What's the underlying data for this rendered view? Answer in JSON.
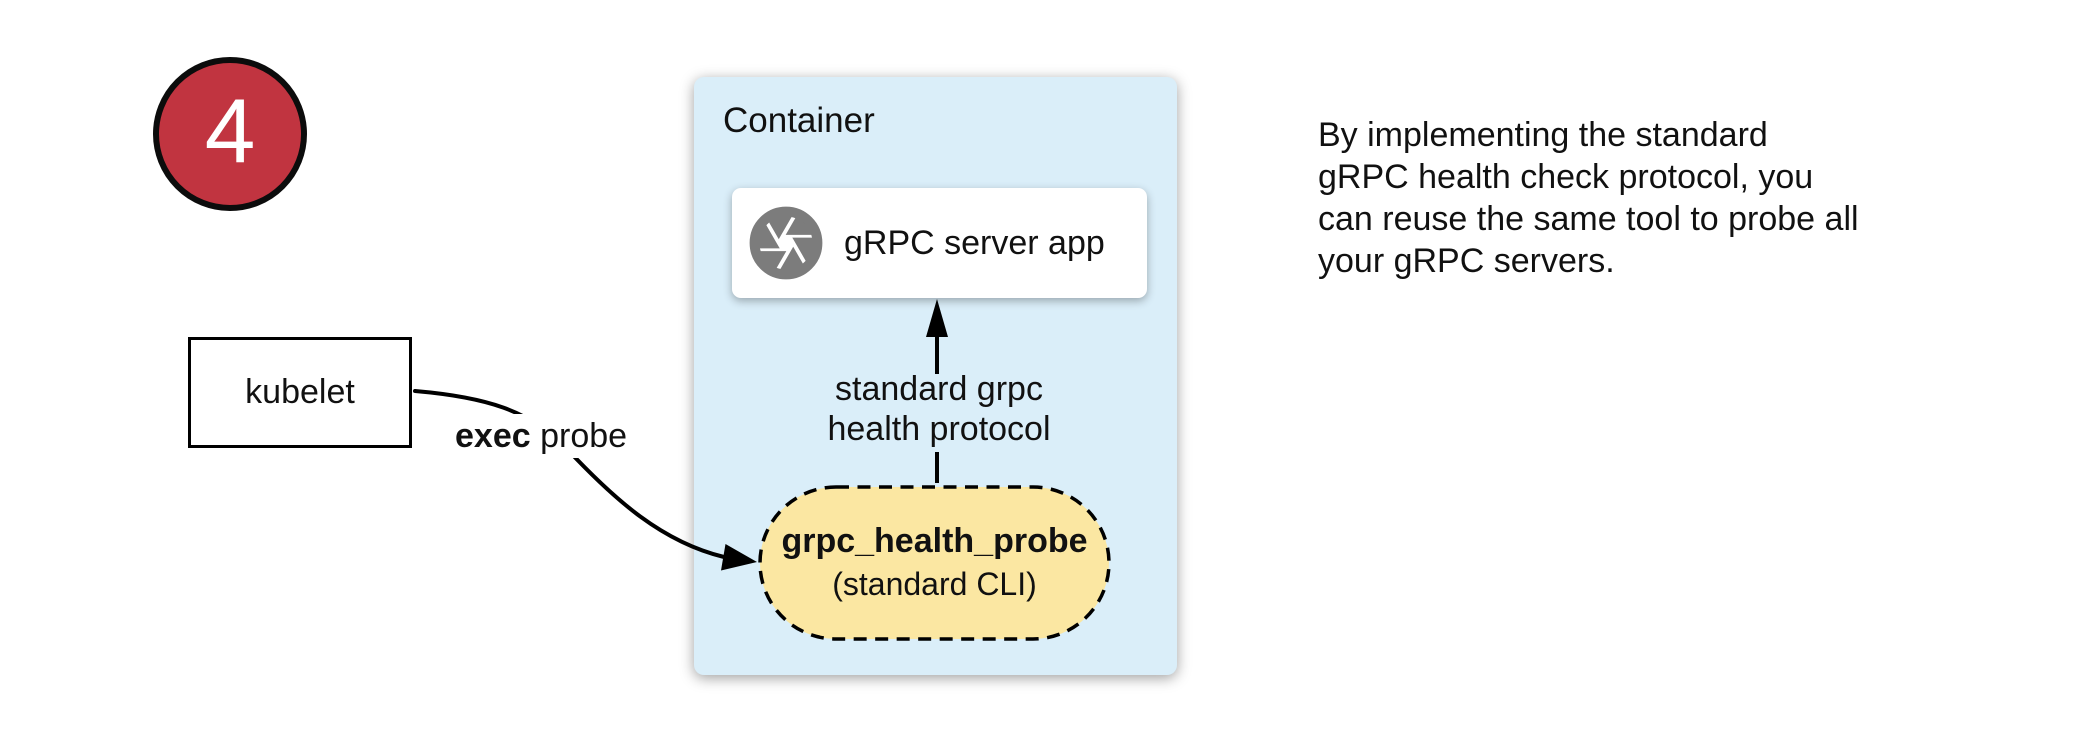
{
  "badge": {
    "number": "4"
  },
  "kubelet": {
    "label": "kubelet"
  },
  "probe_arrow": {
    "label_bold": "exec",
    "label_rest": " probe"
  },
  "container": {
    "title": "Container"
  },
  "server_box": {
    "label": "gRPC server app",
    "icon": "aperture-icon"
  },
  "protocol_arrow": {
    "label_line1": "standard grpc",
    "label_line2": "health protocol"
  },
  "probe_pill": {
    "title": "grpc_health_probe",
    "subtitle": "(standard CLI)"
  },
  "note": {
    "lines": [
      "By implementing the standard",
      "gRPC health check protocol, you",
      "can reuse the same tool to probe all",
      "your gRPC servers."
    ]
  },
  "colors": {
    "badge_bg": "#C13440",
    "container_bg": "#DAEEF9",
    "pill_bg": "#FBE7A2",
    "icon_gray": "#7C7C7C",
    "ink": "#000000"
  }
}
